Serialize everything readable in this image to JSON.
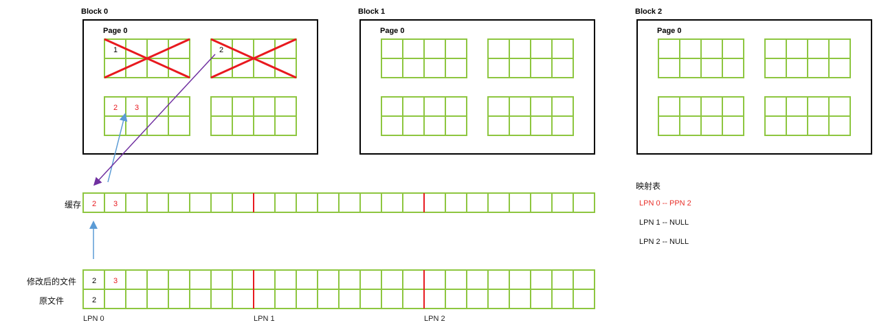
{
  "blocks": [
    {
      "title": "Block 0",
      "page_label": "Page 0"
    },
    {
      "title": "Block 1",
      "page_label": "Page 0"
    },
    {
      "title": "Block 2",
      "page_label": "Page 0"
    }
  ],
  "block0_cells": {
    "crossed_page_a_number": "1",
    "crossed_page_b_number": "2",
    "valid_page_values": [
      "2",
      "3"
    ]
  },
  "rows": {
    "cache": {
      "label": "缓存",
      "values": [
        "2",
        "3"
      ]
    },
    "modified": {
      "label": "修改后的文件",
      "values": [
        "2",
        "3"
      ]
    },
    "original": {
      "label": "原文件",
      "values": [
        "2"
      ]
    }
  },
  "lpn_labels": [
    "LPN 0",
    "LPN 1",
    "LPN 2"
  ],
  "mapping": {
    "title": "映射表",
    "entries": [
      "LPN 0 -- PPN 2",
      "LPN 1 -- NULL",
      "LPN 2 -- NULL"
    ],
    "highlight_color": "#e8302a"
  },
  "colors": {
    "cell_border": "#8dc63f",
    "cross": "#e8191f",
    "red_text": "#e8191f",
    "arrow_blue": "#5b9bd5",
    "arrow_purple": "#7030a0",
    "lpn_divider": "#e8191f"
  }
}
